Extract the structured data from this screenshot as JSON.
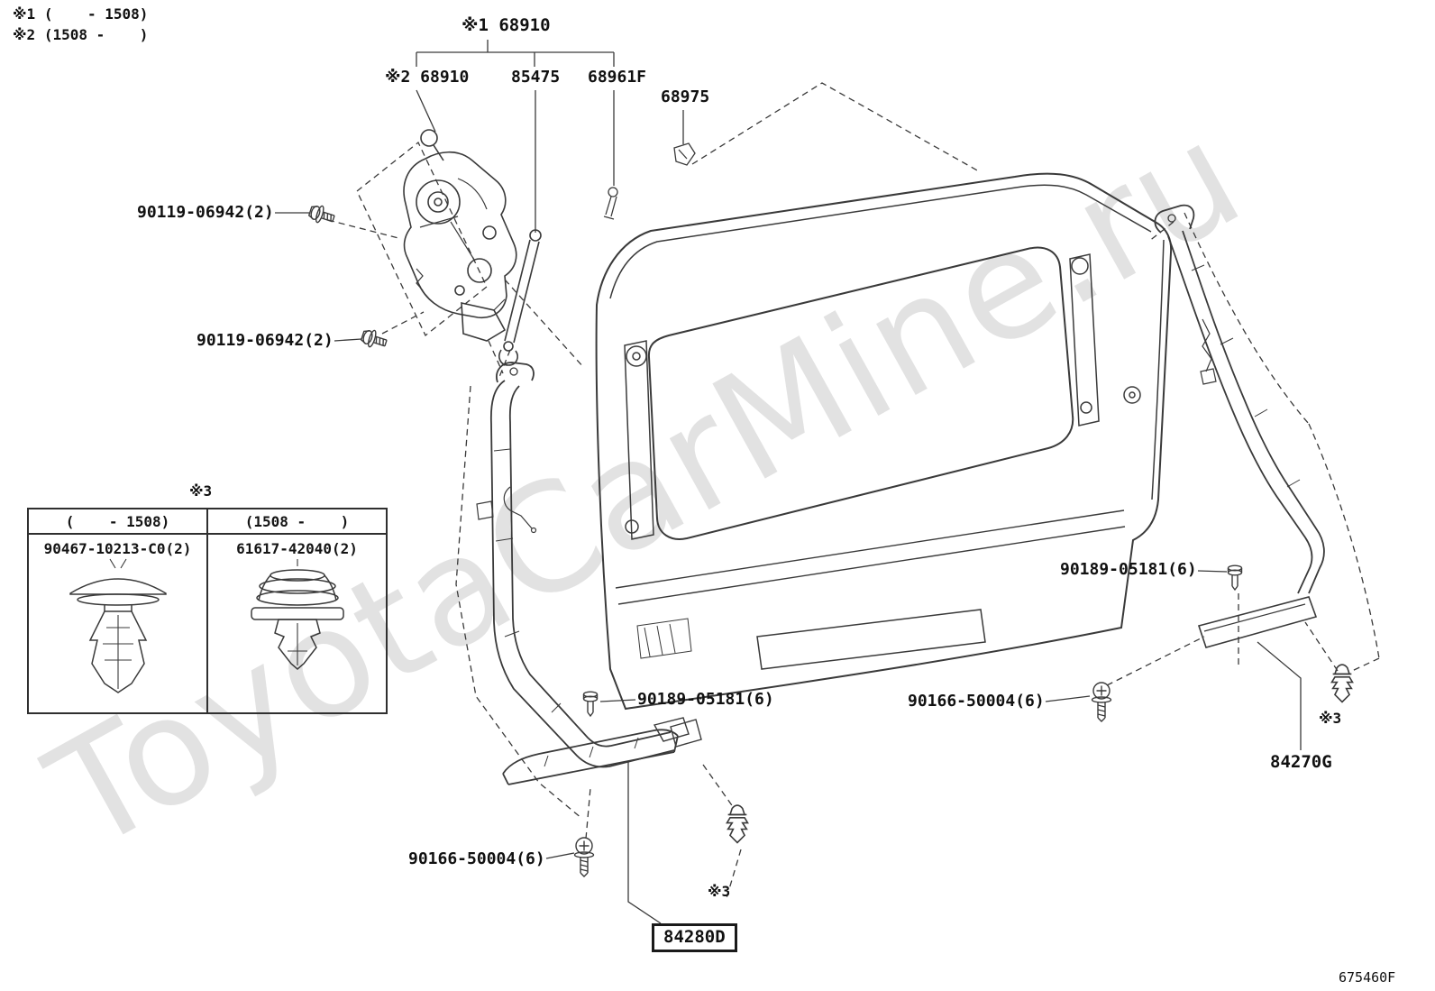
{
  "meta": {
    "watermark": "ToyotaCarMine.ru",
    "diagram_ref": "675460F",
    "colors": {
      "line": "#3a3a3a",
      "label": "#111111"
    }
  },
  "notes": {
    "note1": "※1 (    - 1508)",
    "note2": "※2 (1508 -    )"
  },
  "labels": {
    "main_68910": "※1 68910",
    "sub_68910": "※2 68910",
    "l85475": "85475",
    "l68961F": "68961F",
    "l68975": "68975",
    "bolt_upper": "90119-06942(2)",
    "bolt_lower": "90119-06942(2)",
    "note3_table": "※3",
    "pin_right": "90189-05181(6)",
    "screw_right": "90166-50004(6)",
    "note3_right": "※3",
    "l84270G": "84270G",
    "pin_center": "90189-05181(6)",
    "screw_bottom": "90166-50004(6)",
    "note3_bottom": "※3",
    "l84280D": "84280D"
  },
  "table": {
    "columns": [
      {
        "era": "(    - 1508)",
        "part": "90467-10213-C0(2)",
        "icon": "push-rivet-clip"
      },
      {
        "era": "(1508 -    )",
        "part": "61617-42040(2)",
        "icon": "grommet-clip"
      }
    ]
  }
}
